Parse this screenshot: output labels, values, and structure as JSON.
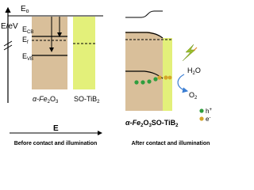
{
  "axis": {
    "vacuum_level": "E",
    "vacuum_sub": "o",
    "energy_unit": "E/eV",
    "x_arrow_label": "E"
  },
  "left_panel": {
    "levels": {
      "cb": {
        "main": "E",
        "sub": "CB"
      },
      "fermi": {
        "main": "E",
        "sub": "f"
      },
      "vb": {
        "main": "E",
        "sub": "VB"
      }
    },
    "material_1": {
      "prefix": "α-Fe",
      "s1": "2",
      "mid": "O",
      "s2": "3"
    },
    "material_2": {
      "prefix": "SO-TiB",
      "s1": "2"
    },
    "caption": "Before contact and illumination"
  },
  "right_panel": {
    "junction": {
      "prefix": "α-Fe",
      "s1": "2",
      "mid": "O",
      "s2": "3",
      "sep": "SO-TiB",
      "s3": "2"
    },
    "water": {
      "main": "H",
      "sub": "2",
      "tail": "O"
    },
    "oxygen": {
      "main": "O",
      "sub": "2"
    },
    "caption": "After contact and illumination",
    "legend": {
      "hole": {
        "main": "h",
        "sup": "+"
      },
      "electron": {
        "main": "e",
        "sup": "-"
      }
    }
  },
  "colors": {
    "fe2o3": "#d9bf9a",
    "tib2": "#e3f07a",
    "hole": "#2f9e3e",
    "electron": "#d4a52a",
    "arrow_blue": "#3b7ed3",
    "lightning": "#9bbf2c"
  },
  "icons": [
    "lightning-icon"
  ]
}
